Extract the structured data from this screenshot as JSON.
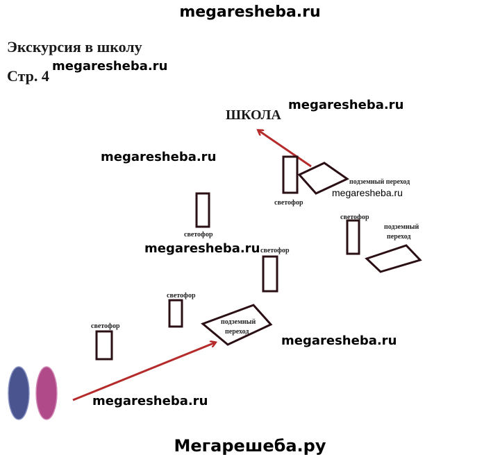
{
  "title": "Экскурсия в школу",
  "page": "Стр. 4",
  "school": "ШКОЛА",
  "traffic_light": "светофор",
  "underpass": "подземный переход",
  "underpass_line1": "подземный",
  "underpass_line2": "переход",
  "watermark": "megaresheba.ru",
  "footer": "Мегарешеба.ру",
  "colors": {
    "arrow": "#b52a2a",
    "outline": "#2a0f14",
    "child_blue": "#4a5590",
    "child_pink": "#b04a88"
  }
}
